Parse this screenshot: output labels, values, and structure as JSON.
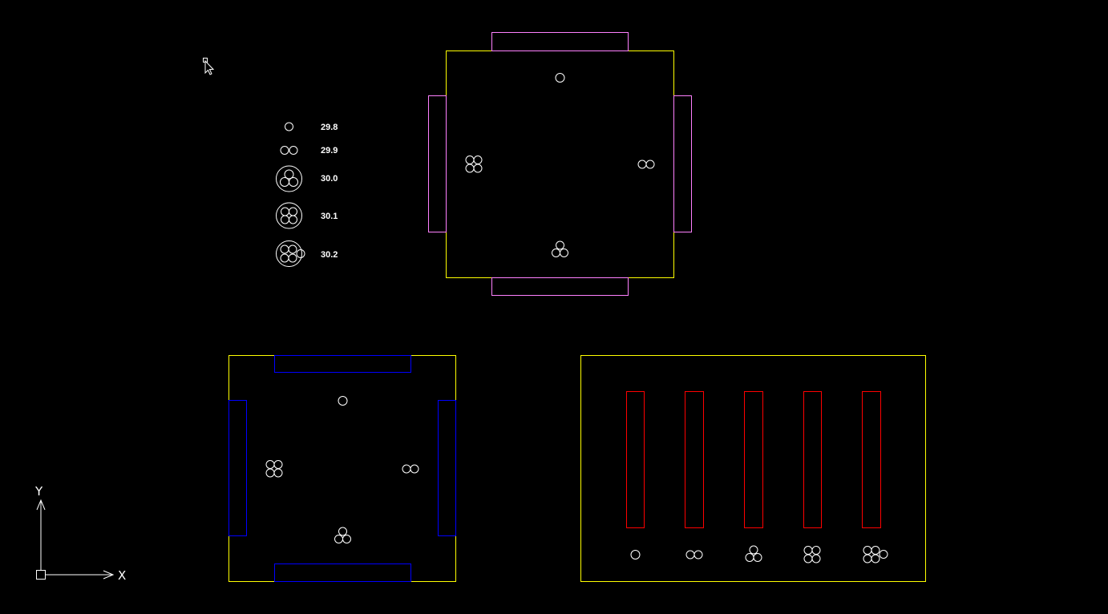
{
  "colors": {
    "background": "#000000",
    "yellow": "#ffff00",
    "magenta": "#ff80ff",
    "blue": "#0000ff",
    "red": "#ff0000",
    "white": "#ffffff"
  },
  "legend": {
    "items": [
      {
        "label": "29.8",
        "circles": 1,
        "enclosed": false
      },
      {
        "label": "29.9",
        "circles": 2,
        "enclosed": false
      },
      {
        "label": "30.0",
        "circles": 3,
        "enclosed": true
      },
      {
        "label": "30.1",
        "circles": 4,
        "enclosed": true
      },
      {
        "label": "30.2",
        "circles": 5,
        "enclosed": true
      }
    ]
  },
  "ucs": {
    "x_label": "X",
    "y_label": "Y"
  }
}
